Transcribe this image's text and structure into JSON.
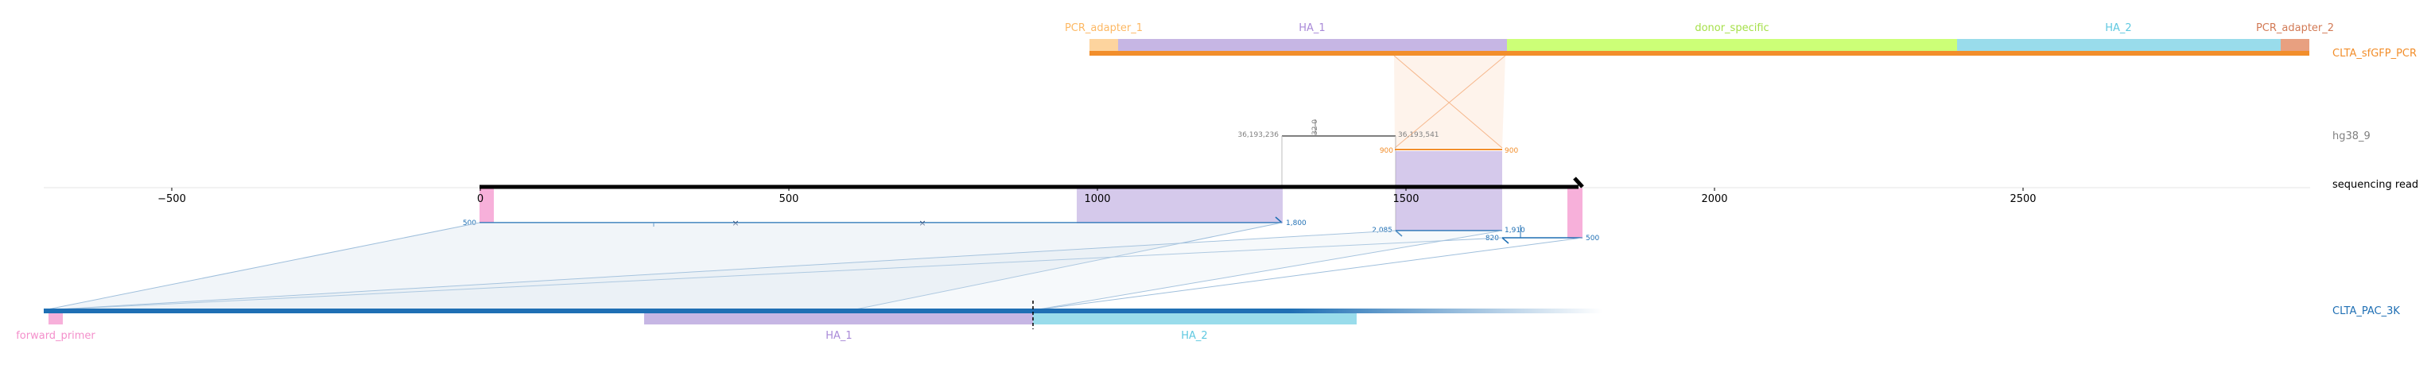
{
  "track_names": {
    "amplicon": "CLTA_sfGFP_PCR",
    "genome": "hg38_9",
    "read": "sequencing read",
    "reference": "CLTA_PAC_3K"
  },
  "amplicon_features": [
    {
      "name": "PCR_adapter_1",
      "color": "#fdd49e"
    },
    {
      "name": "HA_1",
      "color": "#b39ddb"
    },
    {
      "name": "donor_specific",
      "color": "#ccff77"
    },
    {
      "name": "HA_2",
      "color": "#7fd3e6"
    },
    {
      "name": "PCR_adapter_2",
      "color": "#e8a080"
    }
  ],
  "reference_features": [
    {
      "name": "forward_primer",
      "color": "#f48fcb"
    },
    {
      "name": "HA_1",
      "color": "#b39ddb"
    },
    {
      "name": "HA_2",
      "color": "#7fd3e6"
    }
  ],
  "read_axis": {
    "ticks": [
      -500,
      0,
      500,
      1000,
      1500,
      2000,
      2500
    ],
    "tick_labels": [
      "−500",
      "0",
      "500",
      "1000",
      "1500",
      "2000",
      "2500"
    ]
  },
  "genome_annotations": {
    "left_coord": "36,193,236",
    "right_coord": "36,193,541",
    "gap_label": "32\n0"
  },
  "alignment_labels": {
    "seg1_start": "500",
    "seg1_end": "1,800",
    "seg2_start": "2,085",
    "seg2_end": "1,910",
    "seg3_start": "820",
    "seg3_end": "500",
    "genome_start": "900",
    "genome_end": "900"
  },
  "colors": {
    "amplicon": "#e07b28",
    "reference": "#1f6fb4",
    "genome": "#808080",
    "read": "#000000",
    "forward_primer": "#f48fcb"
  }
}
